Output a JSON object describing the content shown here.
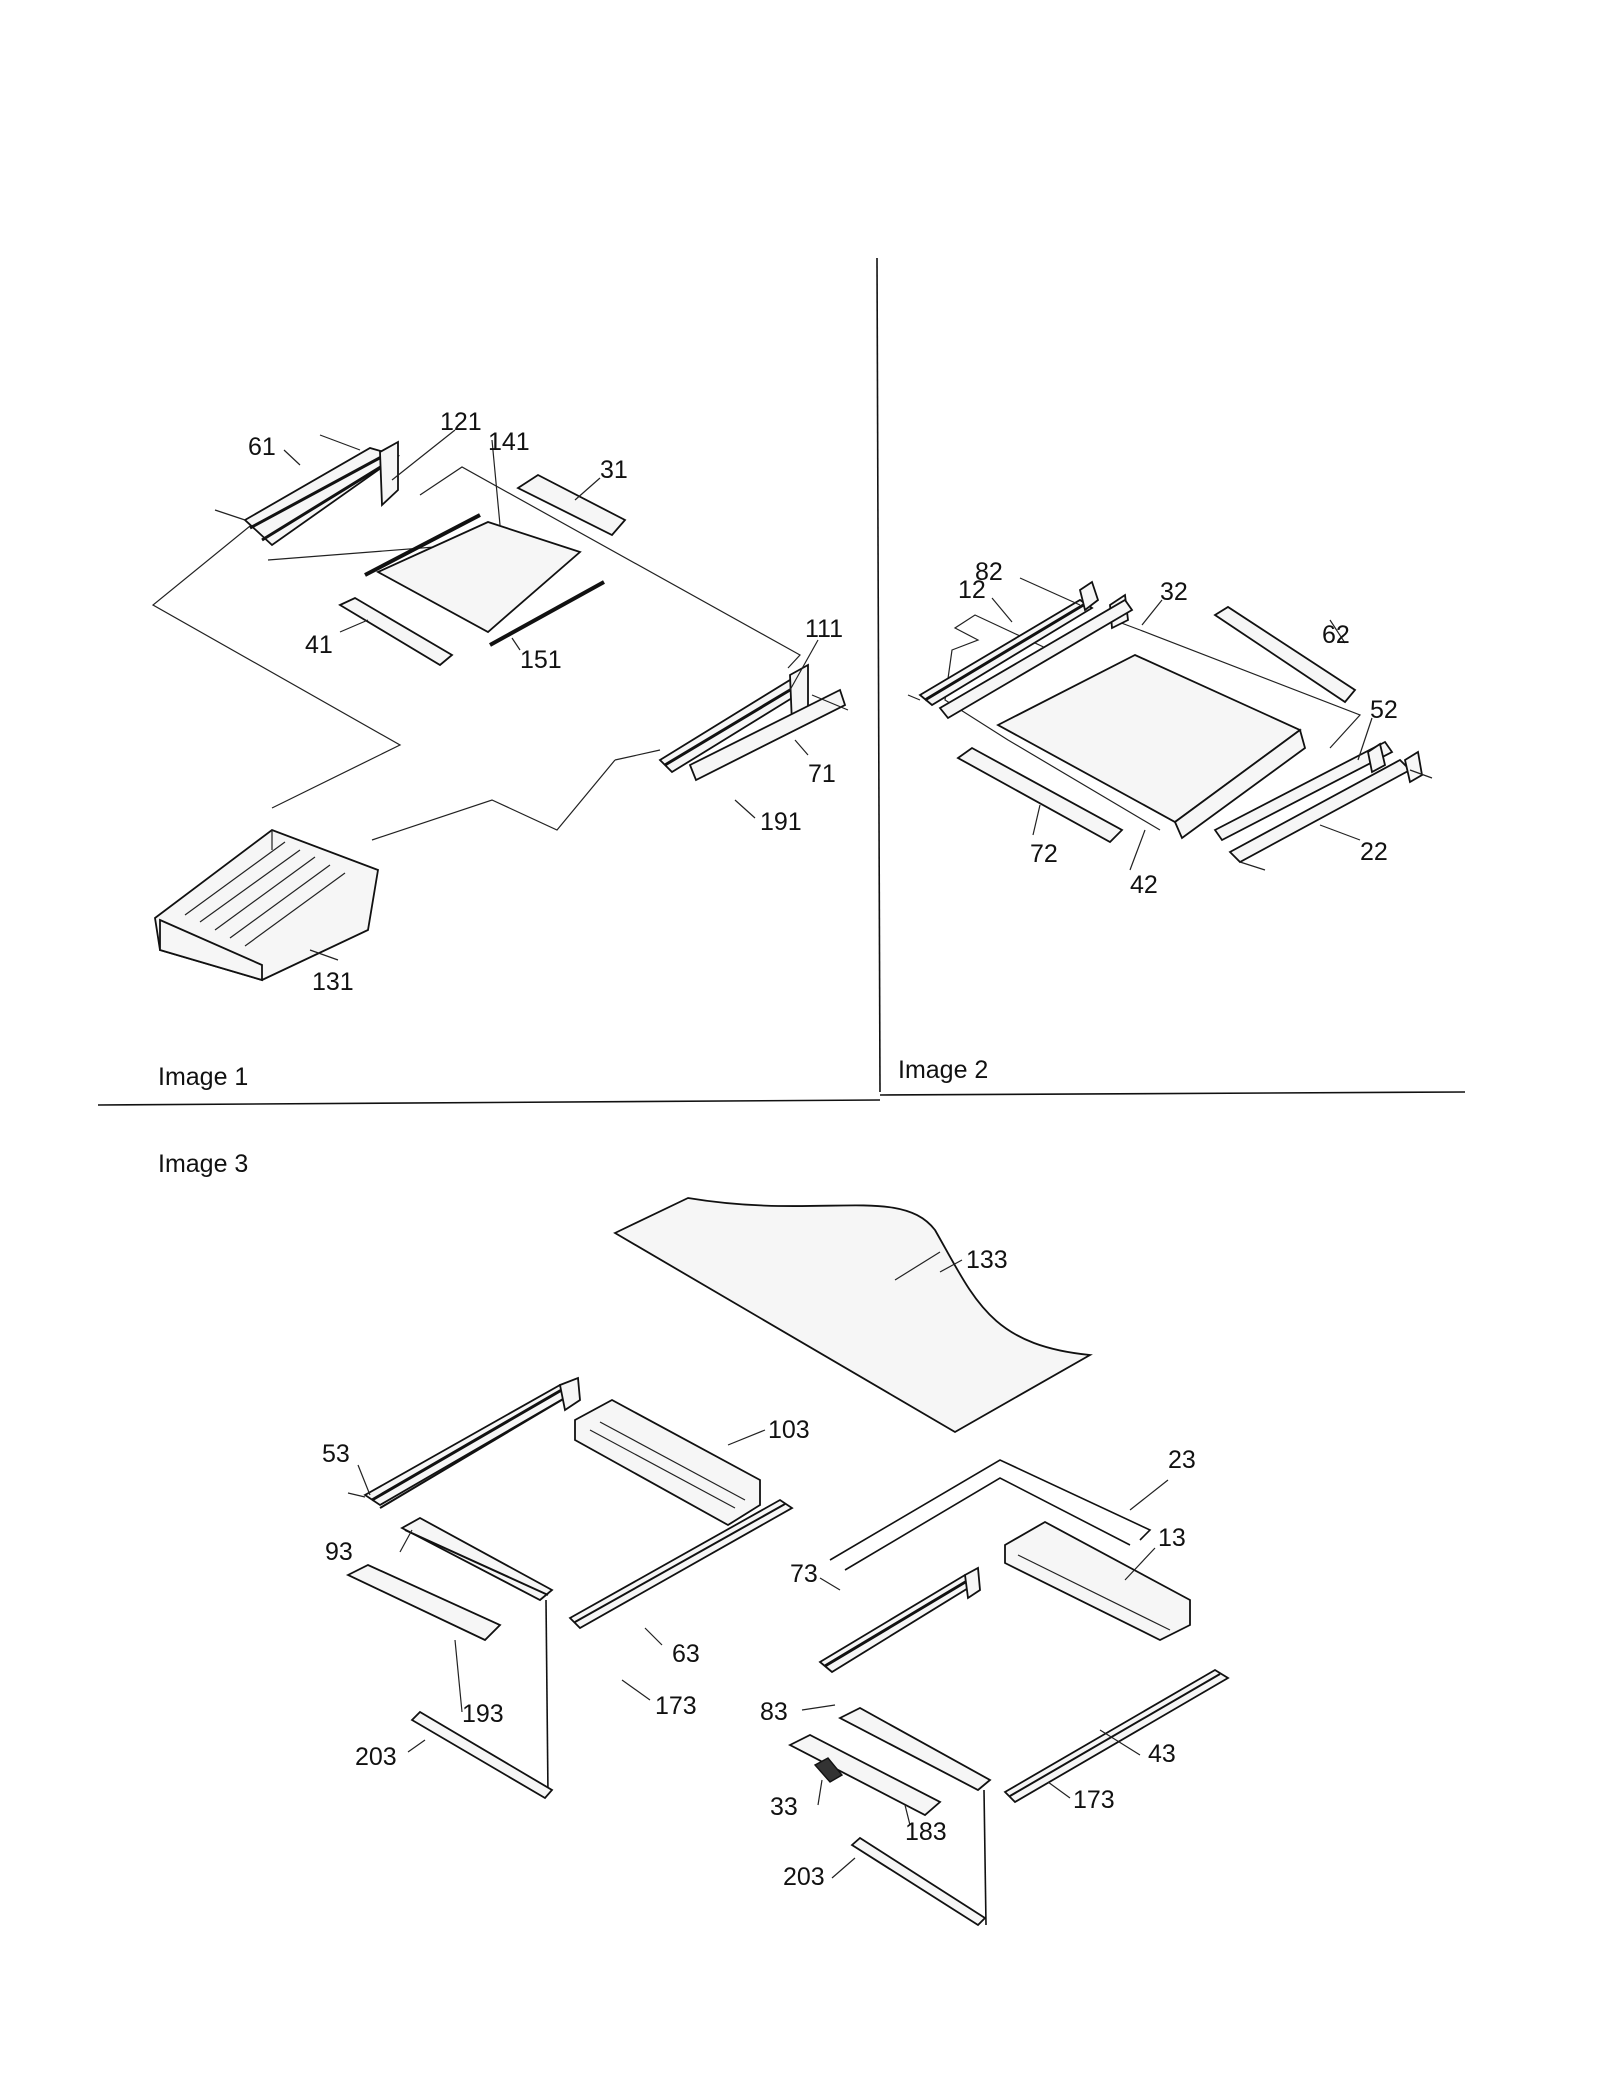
{
  "panels": [
    {
      "id": "image1",
      "caption": "Image 1"
    },
    {
      "id": "image2",
      "caption": "Image 2"
    },
    {
      "id": "image3",
      "caption": "Image 3"
    }
  ],
  "callouts": {
    "image1": [
      "61",
      "121",
      "141",
      "31",
      "41",
      "151",
      "111",
      "71",
      "191",
      "131"
    ],
    "image2": [
      "82",
      "32",
      "12",
      "62",
      "52",
      "72",
      "42",
      "22"
    ],
    "image3": [
      "133",
      "53",
      "103",
      "93",
      "63",
      "193",
      "173",
      "203",
      "23",
      "13",
      "73",
      "83",
      "43",
      "33",
      "183",
      "173",
      "203"
    ]
  }
}
